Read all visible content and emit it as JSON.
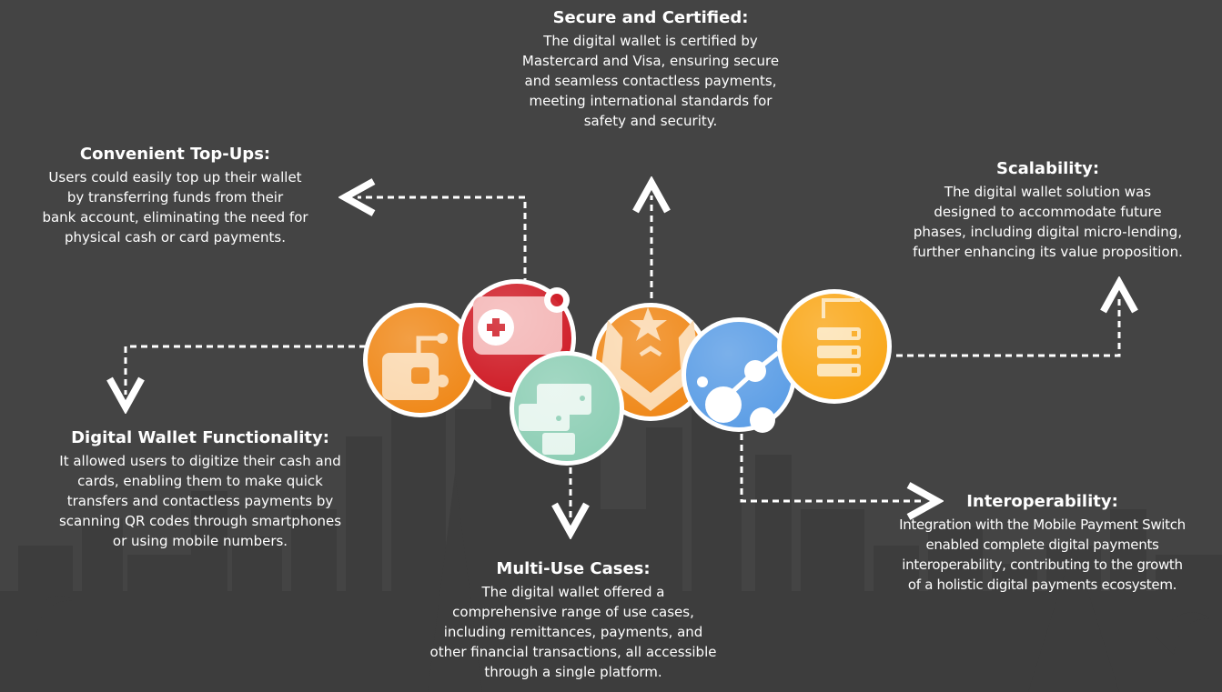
{
  "colors": {
    "background": "#444444",
    "skyline": "#3d3d3d",
    "orange": "#f08a1c",
    "red": "#d0202a",
    "mint": "#8fcfb6",
    "blue": "#5e9fe6",
    "amber": "#f9a81b",
    "connector": "#ffffff"
  },
  "features": {
    "secure": {
      "title": "Secure and Certified:",
      "lines": [
        "The digital wallet is certified by",
        "Mastercard and Visa, ensuring secure",
        "and seamless contactless payments,",
        "meeting international standards for",
        "safety and security."
      ]
    },
    "topups": {
      "title": "Convenient Top-Ups:",
      "lines": [
        "Users could easily top up their  wallet",
        "by transferring funds from their",
        "bank account, eliminating the need for",
        "physical cash or card payments."
      ]
    },
    "scalability": {
      "title": "Scalability:",
      "lines": [
        "The digital wallet solution was",
        "designed to accommodate future",
        "phases, including digital micro-lending,",
        "further enhancing its value proposition."
      ]
    },
    "wallet": {
      "title": "Digital Wallet Functionality:",
      "lines": [
        "It allowed users to digitize their cash and",
        "cards, enabling them to make quick",
        "transfers and contactless payments by",
        "scanning QR codes through smartphones",
        "or using mobile numbers."
      ]
    },
    "multiuse": {
      "title": "Multi-Use Cases:",
      "lines": [
        "The digital wallet offered a",
        "comprehensive range of use cases,",
        "including remittances, payments, and",
        "other financial transactions, all accessible",
        "through a single platform."
      ]
    },
    "interop": {
      "title": "Interoperability:",
      "lines": [
        "Integration with the Mobile Payment Switch",
        "enabled complete digital payments",
        "interoperability, contributing to the growth",
        "of a holistic digital payments ecosystem."
      ]
    }
  },
  "icons": [
    {
      "name": "wallet-circuit-icon",
      "color": "#f08a1c"
    },
    {
      "name": "wallet-plus-icon",
      "color": "#d0202a"
    },
    {
      "name": "transfer-screens-icon",
      "color": "#8fcfb6"
    },
    {
      "name": "star-badge-icon",
      "color": "#f08a1c"
    },
    {
      "name": "network-nodes-icon",
      "color": "#5e9fe6"
    },
    {
      "name": "server-stack-icon",
      "color": "#f9a81b"
    }
  ]
}
